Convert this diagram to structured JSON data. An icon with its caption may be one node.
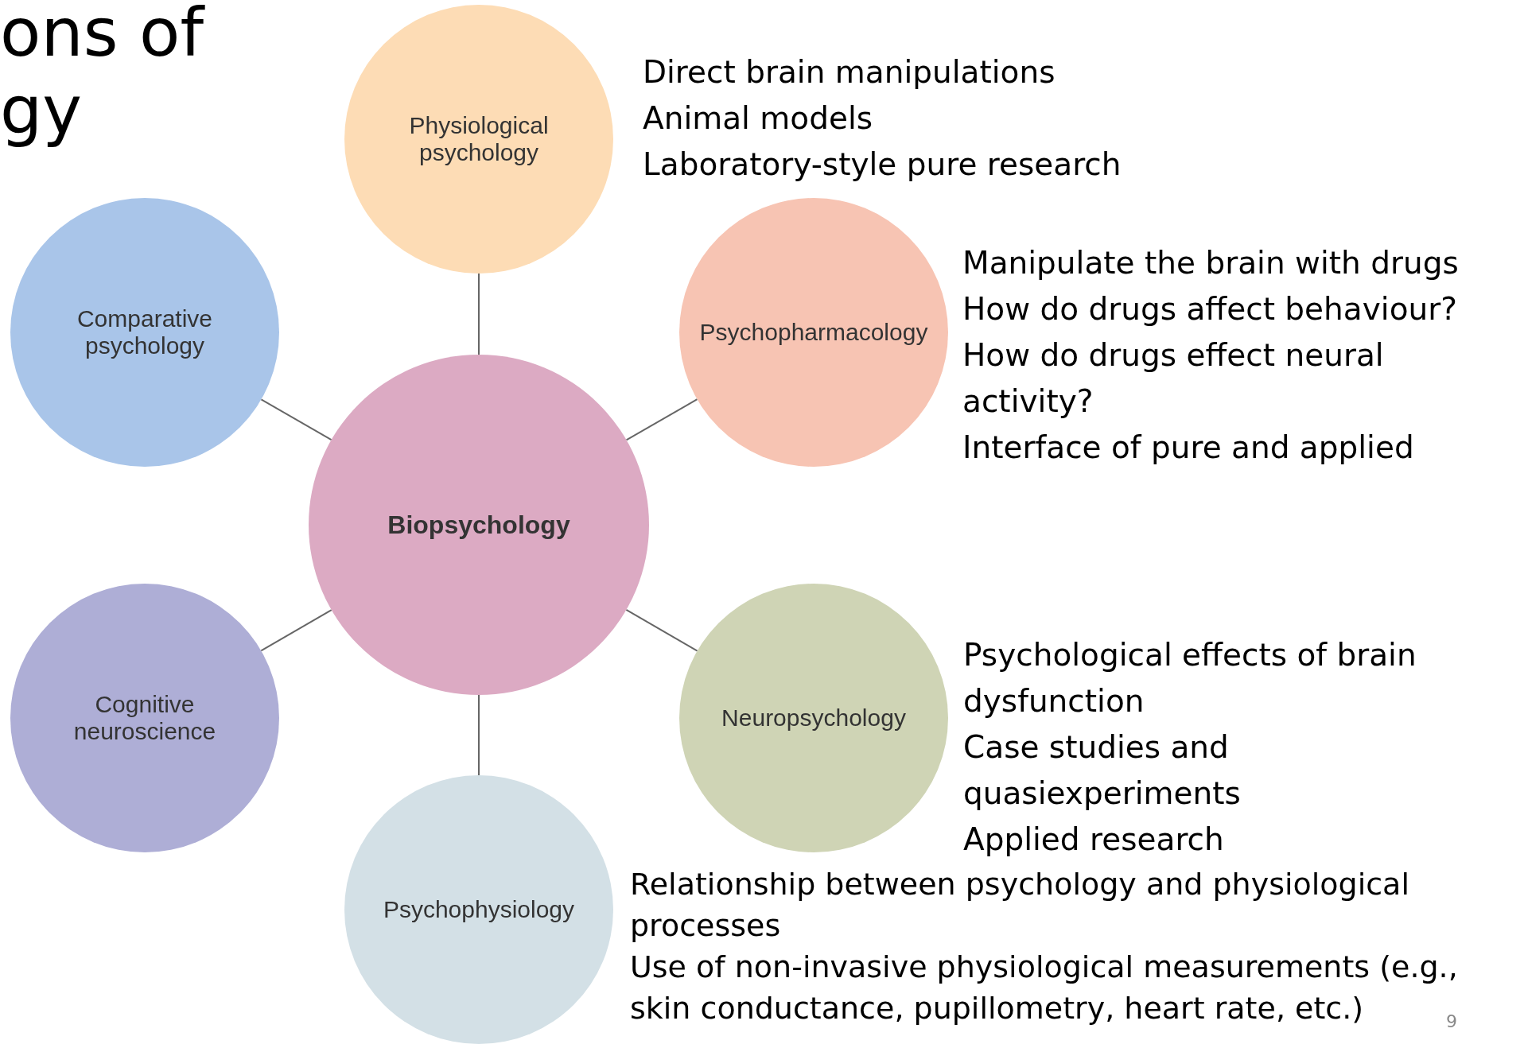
{
  "diagram": {
    "nodes": [
      {
        "text": [
          "Physiological psychology"
        ],
        "beside": [
          "Direct brain manipulations",
          "Animal models",
          "Laboratory-style pure research"
        ]
      },
      {
        "text": [
          "Comparative psychology"
        ]
      },
      {
        "text": [
          "Psychopharmacology"
        ],
        "beside": [
          "Manipulate the brain with drugs",
          "How do drugs affect behaviour?",
          "How do drugs effect neural activity?",
          "Interface of pure and applied"
        ]
      },
      {
        "text": [
          "Biopsychology"
        ]
      },
      {
        "text": [
          "Cognitive neuroscience"
        ]
      },
      {
        "text": [
          "Neuropsychology"
        ],
        "beside": [
          "Psychological effects of brain dysfunction",
          "Case studies and quasiexperiments",
          "Applied research"
        ]
      },
      {
        "text": [
          "Psychophysiology"
        ],
        "beside": [
          "Relationship between psychology and physiological processes",
          "Use of non-invasive physiological measurements (e.g., skin conductance, pupillometry, heart rate, etc.)"
        ]
      }
    ],
    "edges": [
      {
        "from": 3,
        "to": 0,
        "arrow": "none"
      },
      {
        "from": 3,
        "to": 1,
        "arrow": "none"
      },
      {
        "from": 3,
        "to": 2,
        "arrow": "none"
      },
      {
        "from": 3,
        "to": 4,
        "arrow": "none"
      },
      {
        "from": 3,
        "to": 5,
        "arrow": "none"
      },
      {
        "from": 3,
        "to": 6,
        "arrow": "none"
      }
    ],
    "labels": [
      "ons of",
      "gy",
      "9"
    ]
  }
}
